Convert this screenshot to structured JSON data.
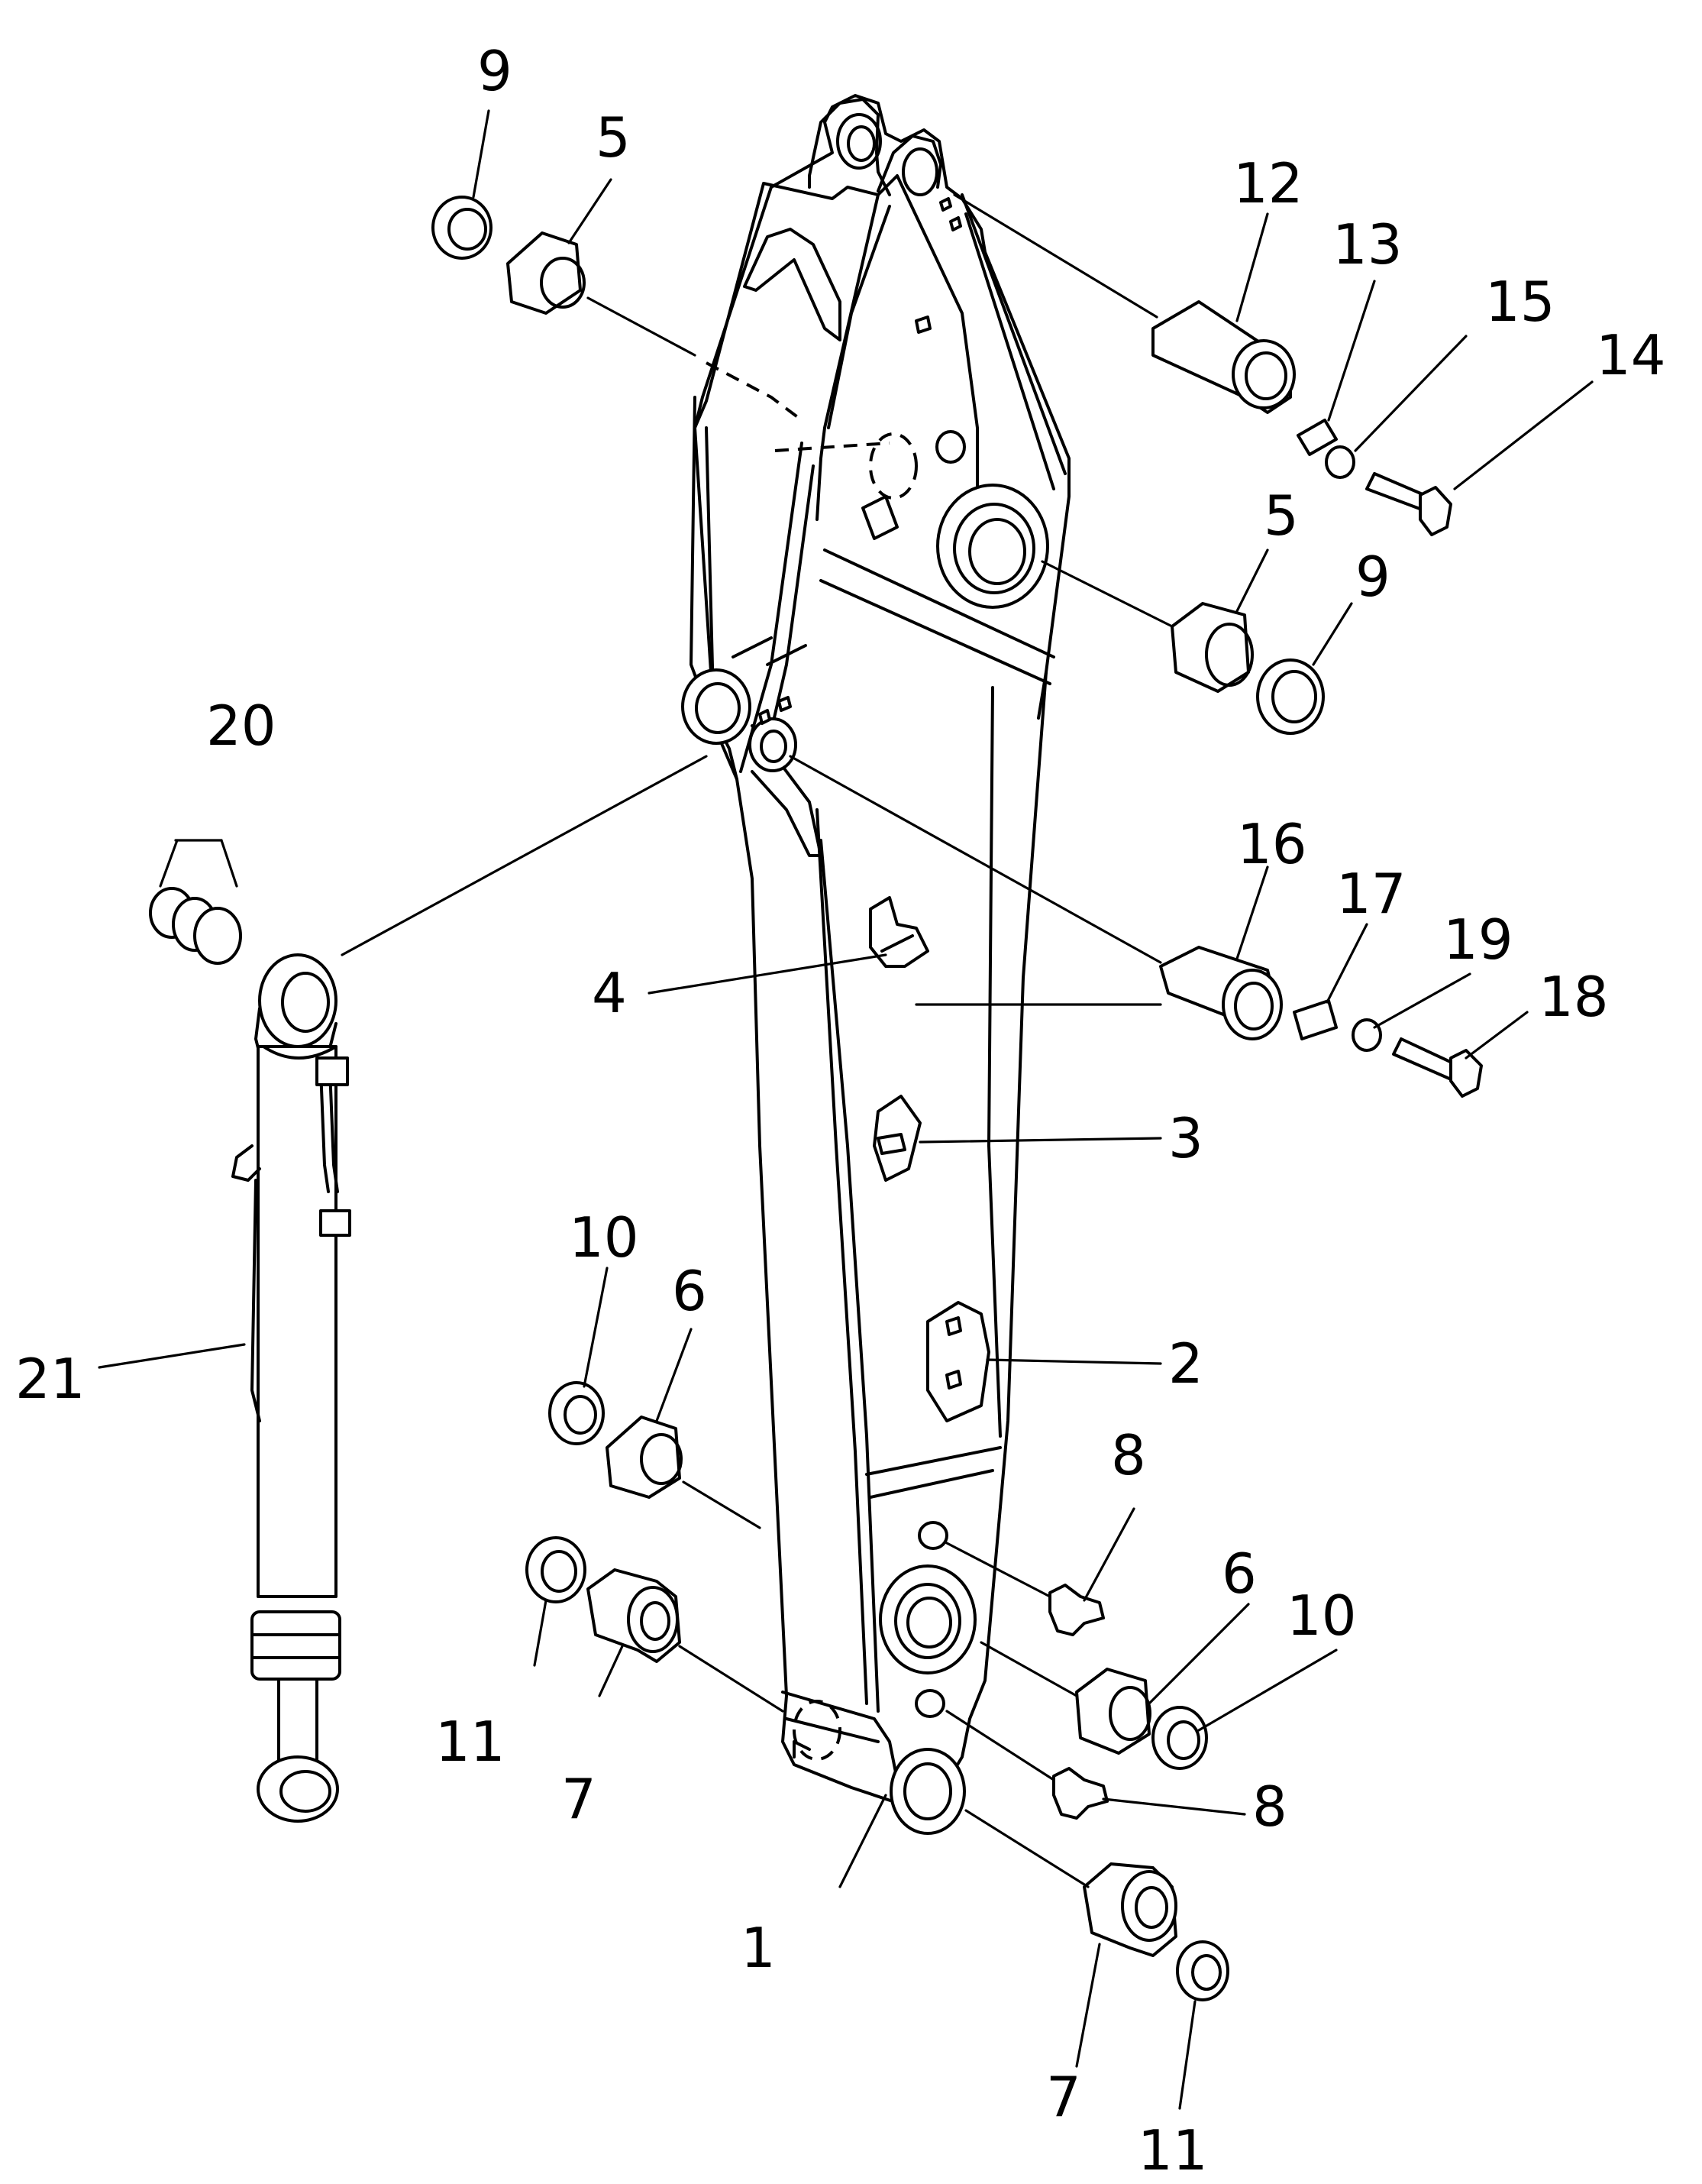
{
  "callouts": [
    {
      "id": "c1",
      "text": "1"
    },
    {
      "id": "c2",
      "text": "2"
    },
    {
      "id": "c3",
      "text": "3"
    },
    {
      "id": "c4",
      "text": "4"
    },
    {
      "id": "c5a",
      "text": "5"
    },
    {
      "id": "c5b",
      "text": "5"
    },
    {
      "id": "c6a",
      "text": "6"
    },
    {
      "id": "c6b",
      "text": "6"
    },
    {
      "id": "c7a",
      "text": "7"
    },
    {
      "id": "c7b",
      "text": "7"
    },
    {
      "id": "c8a",
      "text": "8"
    },
    {
      "id": "c8b",
      "text": "8"
    },
    {
      "id": "c9a",
      "text": "9"
    },
    {
      "id": "c9b",
      "text": "9"
    },
    {
      "id": "c10a",
      "text": "10"
    },
    {
      "id": "c10b",
      "text": "10"
    },
    {
      "id": "c11a",
      "text": "11"
    },
    {
      "id": "c11b",
      "text": "11"
    },
    {
      "id": "c12",
      "text": "12"
    },
    {
      "id": "c13",
      "text": "13"
    },
    {
      "id": "c14",
      "text": "14"
    },
    {
      "id": "c15",
      "text": "15"
    },
    {
      "id": "c16",
      "text": "16"
    },
    {
      "id": "c17",
      "text": "17"
    },
    {
      "id": "c18",
      "text": "18"
    },
    {
      "id": "c19",
      "text": "19"
    },
    {
      "id": "c20",
      "text": "20"
    },
    {
      "id": "c21",
      "text": "21"
    }
  ]
}
